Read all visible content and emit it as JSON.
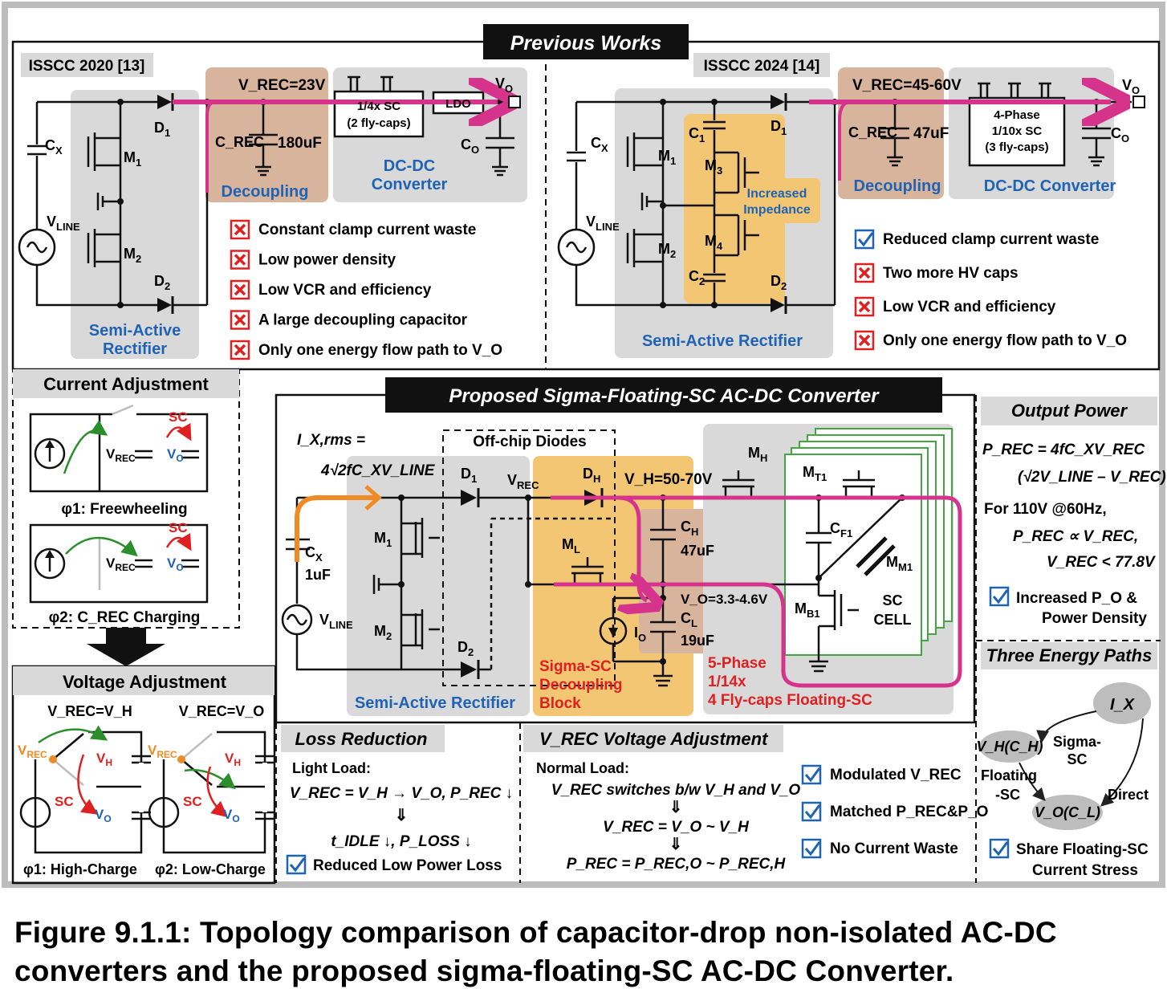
{
  "previous_works": {
    "title": "Previous Works",
    "isscc2020": {
      "label": "ISSCC 2020 [13]",
      "vrec": "V_REC=23V",
      "c_rec": "C_REC",
      "c_rec_value": "180uF",
      "sc_block": [
        "1/4x SC",
        "(2 fly-caps)"
      ],
      "ldo": "LDO",
      "decoupling": "Decoupling",
      "dcdc": [
        "DC-DC",
        "Converter"
      ],
      "rectifier": [
        "Semi-Active",
        "Rectifier"
      ],
      "cons": [
        "Constant clamp current waste",
        "Low power density",
        "Low VCR and efficiency",
        "A large decoupling capacitor",
        "Only one energy flow path to V_O"
      ]
    },
    "isscc2024": {
      "label": "ISSCC 2024 [14]",
      "vrec": "V_REC=45-60V",
      "c_rec": "C_REC",
      "c_rec_value": "47uF",
      "sc_block": [
        "4-Phase",
        "1/10x SC",
        "(3 fly-caps)"
      ],
      "increased_impedance": [
        "Increased",
        "Impedance"
      ],
      "decoupling": "Decoupling",
      "dcdc": "DC-DC Converter",
      "rectifier": "Semi-Active Rectifier",
      "pros_cons": [
        {
          "ok": true,
          "text": "Reduced clamp current waste"
        },
        {
          "ok": false,
          "text": "Two more HV caps"
        },
        {
          "ok": false,
          "text": "Low VCR and efficiency"
        },
        {
          "ok": false,
          "text": "Only one energy flow path to V_O"
        }
      ]
    }
  },
  "current_adjustment": {
    "title": "Current Adjustment",
    "phase1": "φ1: Freewheeling",
    "phase2": "φ2: C_REC Charging"
  },
  "voltage_adjustment": {
    "title": "Voltage Adjustment",
    "left_cond": "V_REC=V_H",
    "right_cond": "V_REC=V_O",
    "phase1": "φ1: High-Charge",
    "phase2": "φ2: Low-Charge"
  },
  "proposed": {
    "title": "Proposed Sigma-Floating-SC AC-DC Converter",
    "ix_formula": [
      "I_X,rms =",
      "4√2fC_XV_LINE"
    ],
    "off_chip": "Off-chip Diodes",
    "cx": "C_X",
    "cx_value": "1uF",
    "vline": "V_LINE",
    "vh": "V_H=50-70V",
    "vo": "V_O=3.3-4.6V",
    "ch_value": "47uF",
    "cl_value": "19uF",
    "rectifier": "Semi-Active Rectifier",
    "sigma_block": [
      "Sigma-SC",
      "Decoupling",
      "Block"
    ],
    "floating_sc": [
      "5-Phase",
      "1/14x",
      "4 Fly-caps Floating-SC"
    ],
    "sc_cell": [
      "SC",
      "CELL"
    ]
  },
  "output_power": {
    "title": "Output Power",
    "eq1": "P_REC = 4fC_XV_REC",
    "eq2": "(√2V_LINE – V_REC)",
    "cond": "For 110V @60Hz,",
    "prop": "P_REC ∝ V_REC,",
    "limit": "V_REC < 77.8V",
    "check": [
      "Increased P_O &",
      "Power Density"
    ]
  },
  "three_paths": {
    "title": "Three Energy Paths",
    "ix": "I_X",
    "vh": "V_H(C_H)",
    "vo": "V_O(C_L)",
    "sigma": [
      "Sigma-",
      "SC"
    ],
    "floating": [
      "Floating",
      "-SC"
    ],
    "direct": "Direct",
    "check": [
      "Share Floating-SC",
      "Current Stress"
    ]
  },
  "loss_reduction": {
    "title": "Loss Reduction",
    "light": "Light Load:",
    "l1": "V_REC = V_H → V_O, P_REC ↓",
    "l2": "t_IDLE ↓, P_LOSS ↓",
    "check": "Reduced Low Power Loss"
  },
  "vrec_adjust": {
    "title": "V_REC Voltage Adjustment",
    "normal": "Normal Load:",
    "l1": "V_REC switches b/w V_H and V_O",
    "l2": "V_REC = V_O ~ V_H",
    "l3": "P_REC = P_REC,O ~ P_REC,H",
    "checks": [
      "Modulated V_REC",
      "Matched P_REC&P_O",
      "No Current Waste"
    ]
  },
  "caption": "Figure 9.1.1: Topology comparison of capacitor-drop non-isolated AC-DC converters and the proposed sigma-floating-SC AC-DC Converter.",
  "colors": {
    "magenta": "#d6338c",
    "orange": "#f08a24",
    "tan": "#d9b49c",
    "gray": "#d9d9d9",
    "amber": "#f3c674",
    "green": "#41a541",
    "blue": "#1f64b4",
    "red": "#e02020"
  }
}
